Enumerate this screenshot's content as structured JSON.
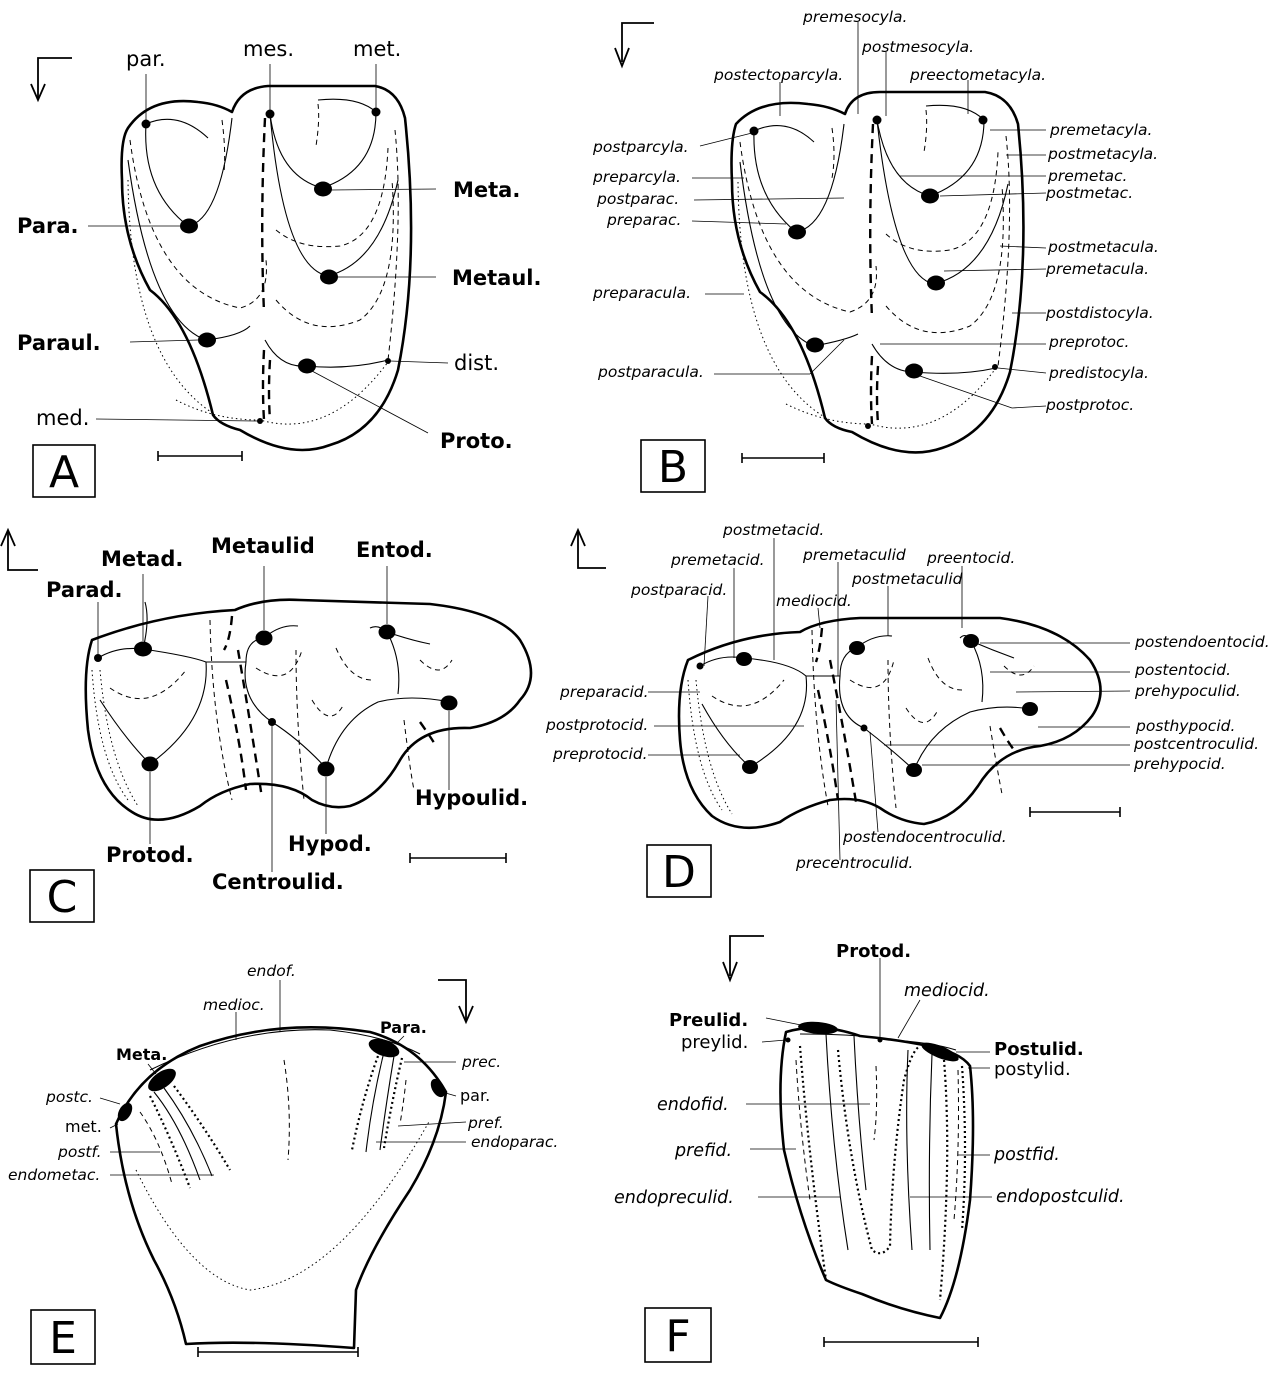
{
  "panels": {
    "A": {
      "letter": "A",
      "labels": {
        "par": "par.",
        "mes": "mes.",
        "met": "met.",
        "meta": "Meta.",
        "para": "Para.",
        "metaul": "Metaul.",
        "paraul": "Paraul.",
        "dist": "dist.",
        "med": "med.",
        "proto": "Proto."
      }
    },
    "B": {
      "letter": "B",
      "labels": {
        "premesocyla": "premesocyla.",
        "postmesocyla": "postmesocyla.",
        "postectoparcyla": "postectoparcyla.",
        "preectometacyla": "preectometacyla.",
        "postparcyla": "postparcyla.",
        "premetacyla": "premetacyla.",
        "preparcyla": "preparcyla.",
        "postmetacyla": "postmetacyla.",
        "postparac": "postparac.",
        "premetac": "premetac.",
        "preparac": "preparac.",
        "postmetac": "postmetac.",
        "postmetacula": "postmetacula.",
        "premetacula": "premetacula.",
        "preparacula": "preparacula.",
        "postdistocyla": "postdistocyla.",
        "preprotoc": "preprotoc.",
        "postparacula": "postparacula.",
        "predistocyla": "predistocyla.",
        "postprotoc": "postprotoc."
      }
    },
    "C": {
      "letter": "C",
      "labels": {
        "metad": "Metad.",
        "metaulid": "Metaulid",
        "entod": "Entod.",
        "parad": "Parad.",
        "hypoulid": "Hypoulid.",
        "protod": "Protod.",
        "hypod": "Hypod.",
        "centroulid": "Centroulid."
      }
    },
    "D": {
      "letter": "D",
      "labels": {
        "postmetacid": "postmetacid.",
        "premetacid": "premetacid.",
        "premetaculid": "premetaculid",
        "preentocid": "preentocid.",
        "postparacid": "postparacid.",
        "postmetaculid": "postmetaculid",
        "mediocid": "mediocid.",
        "postendoentocid": "postendoentocid.",
        "postentocid": "postentocid.",
        "preparacid": "preparacid.",
        "prehypoculid": "prehypoculid.",
        "postprotocid": "postprotocid.",
        "posthypocid": "posthypocid.",
        "postcentroculid": "postcentroculid.",
        "preprotocid": "preprotocid.",
        "prehypocid": "prehypocid.",
        "postendocentroculid": "postendocentroculid.",
        "precentroculid": "precentroculid."
      }
    },
    "E": {
      "letter": "E",
      "labels": {
        "endof": "endof.",
        "medioc": "medioc.",
        "para": "Para.",
        "meta": "Meta.",
        "prec": "prec.",
        "postc": "postc.",
        "par": "par.",
        "met": "met.",
        "pref": "pref.",
        "postf": "postf.",
        "endoparac": "endoparac.",
        "endometac": "endometac."
      }
    },
    "F": {
      "letter": "F",
      "labels": {
        "protod": "Protod.",
        "mediocid": "mediocid.",
        "preulid": "Preulid.",
        "preylid": "preylid.",
        "postulid": "Postulid.",
        "postylid": "postylid.",
        "endofid": "endofid.",
        "prefid": "prefid.",
        "postfid": "postfid.",
        "endopreculid": "endopreculid.",
        "endopostculid": "endopostculid."
      }
    }
  }
}
